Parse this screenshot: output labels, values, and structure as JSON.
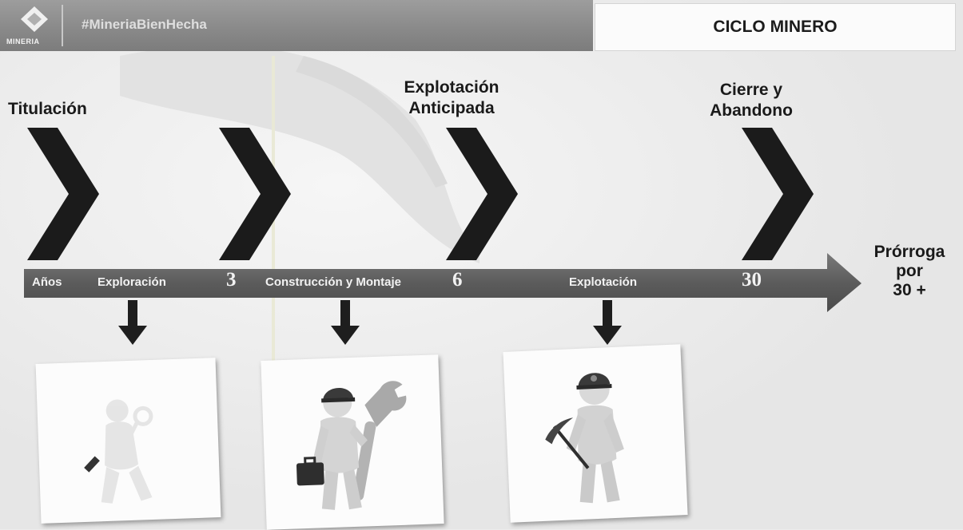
{
  "header": {
    "hashtag": "#MineriaBienHecha",
    "logo_text": "MINERIA",
    "title": "CICLO MINERO"
  },
  "phases": {
    "titulacion": "Titulación",
    "explotacion_anticipada": [
      "Explotación",
      "Anticipada"
    ],
    "cierre": [
      "Cierre y",
      "Abandono"
    ]
  },
  "timeline": {
    "anos": "Años",
    "exploracion": "Exploración",
    "year_3": "3",
    "construccion": "Construcción y Montaje",
    "year_6": "6",
    "explotacion": "Explotación",
    "year_30": "30"
  },
  "prorroga": [
    "Prórroga",
    "por",
    "30 +"
  ],
  "icons": {
    "card_1": "exploration-figure-icon",
    "card_2": "construction-worker-icon",
    "card_3": "miner-with-pickaxe-icon"
  },
  "colors": {
    "timeline_bar": "#5f5f5f",
    "chevron": "#1b1b1b",
    "header": "#8e8e8e"
  }
}
